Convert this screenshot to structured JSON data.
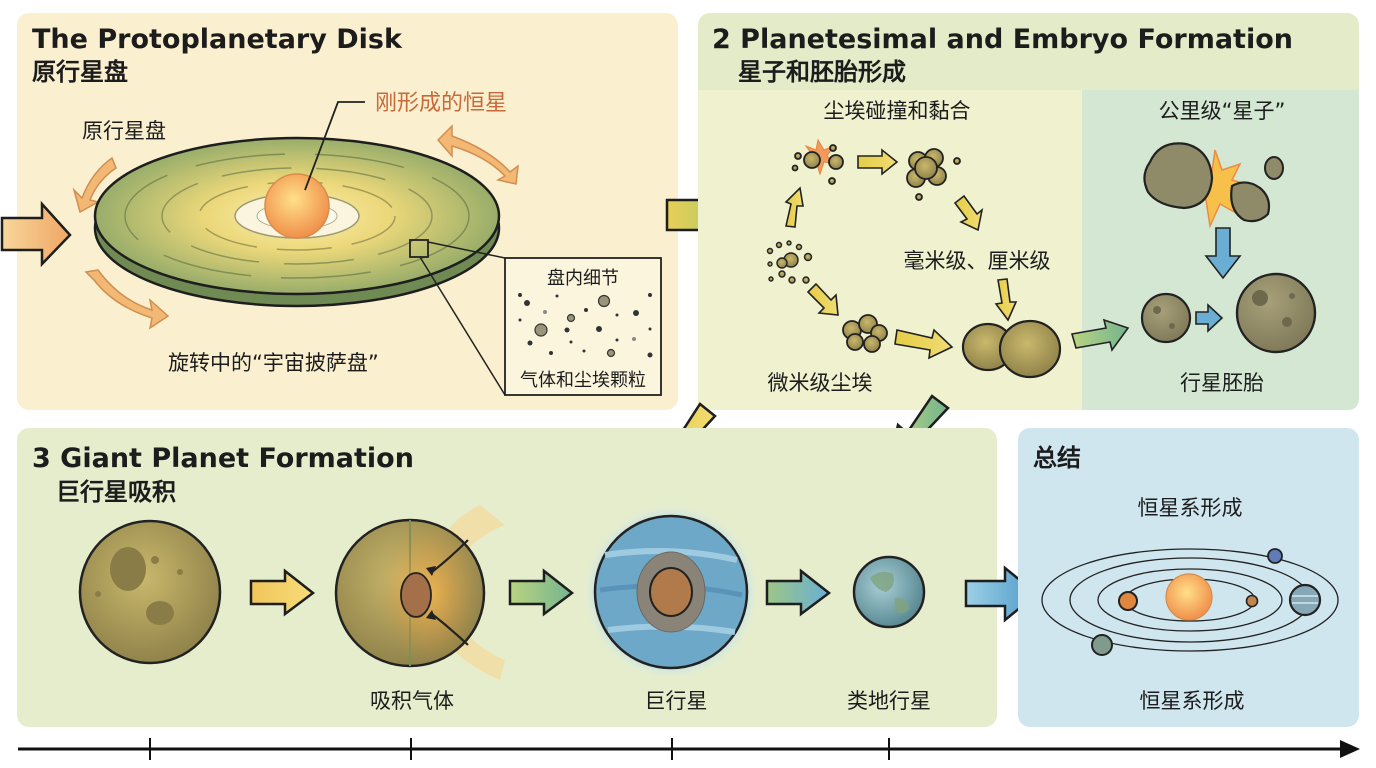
{
  "panels": {
    "disk": {
      "title": "The Protoplanetary Disk",
      "subtitle": "原行星盘",
      "label_disk": "原行星盘",
      "label_star": "刚形成的恒星",
      "label_rotating": "旋转中的“宇宙披萨盘”",
      "inset_title": "盘内细节",
      "inset_caption": "气体和尘埃颗粒"
    },
    "planetesimal": {
      "title": "2 Planetesimal and Embryo Formation",
      "subtitle": "星子和胚胎形成",
      "label_collision": "尘埃碰撞和黏合",
      "label_mm_cm": "毫米级、厘米级",
      "label_micron": "微米级尘埃",
      "label_km": "公里级“星子”",
      "label_embryo": "行星胚胎"
    },
    "giant": {
      "title": "3 Giant Planet Formation",
      "subtitle": "巨行星吸积",
      "label_accrete": "吸积气体",
      "label_giant": "巨行星",
      "label_terrestrial": "类地行星"
    },
    "summary": {
      "title": "总结",
      "label_top": "恒星系形成",
      "label_bottom": "恒星系形成"
    }
  },
  "colors": {
    "disk_panel_bg": "#faf0cf",
    "planetesimal_panel_bg": "#eef0cf",
    "km_subpanel_bg": "#d6e8d2",
    "giant_panel_bg": "#e5edcd",
    "summary_panel_bg": "#cfe6ef",
    "star_label": "#c8693a",
    "arrow_orange": "#f2b874",
    "arrow_yellow": "#e6cf4e",
    "arrow_green": "#9cc47a",
    "arrow_blue": "#6aaed4",
    "rock": "#8f8a68",
    "timeline": "#111111"
  },
  "timeline": {
    "tick_count": 4,
    "direction": "right"
  }
}
